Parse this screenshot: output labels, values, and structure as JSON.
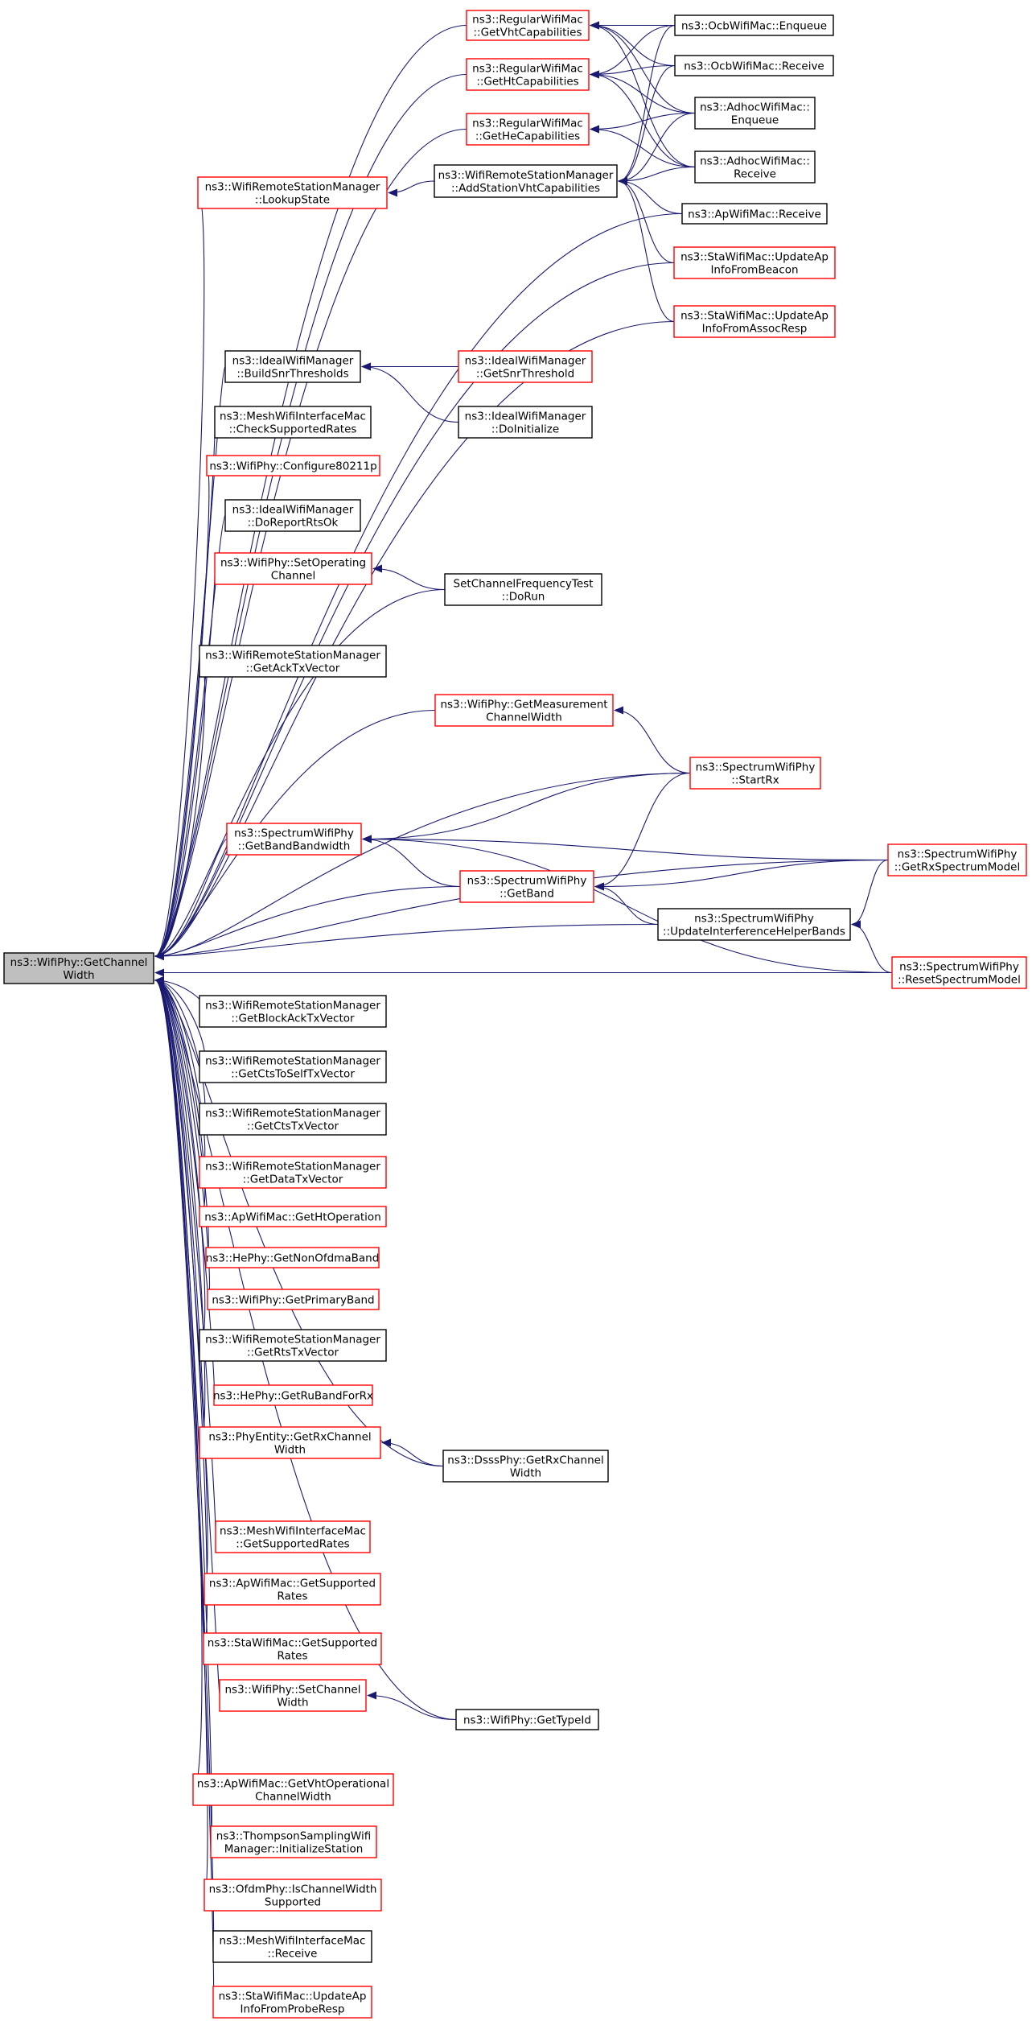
{
  "colors": {
    "edge": "#191970",
    "border_black": "#000000",
    "border_red": "#ff0000",
    "root_fill": "#bfbfbf",
    "node_fill": "#ffffff"
  },
  "nodes": [
    {
      "id": "root",
      "lines": [
        "ns3::WifiPhy::GetChannel",
        "Width"
      ],
      "border": "black",
      "root": true
    },
    {
      "id": "rwm_vht",
      "lines": [
        "ns3::RegularWifiMac",
        "::GetVhtCapabilities"
      ],
      "border": "red"
    },
    {
      "id": "rwm_ht",
      "lines": [
        "ns3::RegularWifiMac",
        "::GetHtCapabilities"
      ],
      "border": "red"
    },
    {
      "id": "rwm_he",
      "lines": [
        "ns3::RegularWifiMac",
        "::GetHeCapabilities"
      ],
      "border": "red"
    },
    {
      "id": "wrsm_lookup",
      "lines": [
        "ns3::WifiRemoteStationManager",
        "::LookupState"
      ],
      "border": "red"
    },
    {
      "id": "wrsm_addvht",
      "lines": [
        "ns3::WifiRemoteStationManager",
        "::AddStationVhtCapabilities"
      ],
      "border": "black"
    },
    {
      "id": "ocb_enq",
      "lines": [
        "ns3::OcbWifiMac::Enqueue"
      ],
      "border": "black"
    },
    {
      "id": "ocb_recv",
      "lines": [
        "ns3::OcbWifiMac::Receive"
      ],
      "border": "black"
    },
    {
      "id": "adhoc_enq",
      "lines": [
        "ns3::AdhocWifiMac::",
        "Enqueue"
      ],
      "border": "black"
    },
    {
      "id": "adhoc_recv",
      "lines": [
        "ns3::AdhocWifiMac::",
        "Receive"
      ],
      "border": "black"
    },
    {
      "id": "ap_recv",
      "lines": [
        "ns3::ApWifiMac::Receive"
      ],
      "border": "black"
    },
    {
      "id": "sta_beacon",
      "lines": [
        "ns3::StaWifiMac::UpdateAp",
        "InfoFromBeacon"
      ],
      "border": "red"
    },
    {
      "id": "sta_assoc",
      "lines": [
        "ns3::StaWifiMac::UpdateAp",
        "InfoFromAssocResp"
      ],
      "border": "red"
    },
    {
      "id": "iwm_build",
      "lines": [
        "ns3::IdealWifiManager",
        "::BuildSnrThresholds"
      ],
      "border": "black"
    },
    {
      "id": "iwm_getsnr",
      "lines": [
        "ns3::IdealWifiManager",
        "::GetSnrThreshold"
      ],
      "border": "red"
    },
    {
      "id": "iwm_doinit",
      "lines": [
        "ns3::IdealWifiManager",
        "::DoInitialize"
      ],
      "border": "black"
    },
    {
      "id": "mesh_check",
      "lines": [
        "ns3::MeshWifiInterfaceMac",
        "::CheckSupportedRates"
      ],
      "border": "black"
    },
    {
      "id": "wp_conf",
      "lines": [
        "ns3::WifiPhy::Configure80211p"
      ],
      "border": "red"
    },
    {
      "id": "iwm_dorep",
      "lines": [
        "ns3::IdealWifiManager",
        "::DoReportRtsOk"
      ],
      "border": "black"
    },
    {
      "id": "wp_setop",
      "lines": [
        "ns3::WifiPhy::SetOperating",
        "Channel"
      ],
      "border": "red"
    },
    {
      "id": "scft_dorun",
      "lines": [
        "SetChannelFrequencyTest",
        "::DoRun"
      ],
      "border": "black"
    },
    {
      "id": "wrsm_ack",
      "lines": [
        "ns3::WifiRemoteStationManager",
        "::GetAckTxVector"
      ],
      "border": "black"
    },
    {
      "id": "wp_getmeas",
      "lines": [
        "ns3::WifiPhy::GetMeasurement",
        "ChannelWidth"
      ],
      "border": "red"
    },
    {
      "id": "swp_startrx",
      "lines": [
        "ns3::SpectrumWifiPhy",
        "::StartRx"
      ],
      "border": "red"
    },
    {
      "id": "swp_getbw",
      "lines": [
        "ns3::SpectrumWifiPhy",
        "::GetBandBandwidth"
      ],
      "border": "red"
    },
    {
      "id": "swp_getband",
      "lines": [
        "ns3::SpectrumWifiPhy",
        "::GetBand"
      ],
      "border": "red"
    },
    {
      "id": "swp_getrxsm",
      "lines": [
        "ns3::SpectrumWifiPhy",
        "::GetRxSpectrumModel"
      ],
      "border": "red"
    },
    {
      "id": "swp_updif",
      "lines": [
        "ns3::SpectrumWifiPhy",
        "::UpdateInterferenceHelperBands"
      ],
      "border": "black"
    },
    {
      "id": "swp_resetsm",
      "lines": [
        "ns3::SpectrumWifiPhy",
        "::ResetSpectrumModel"
      ],
      "border": "red"
    },
    {
      "id": "wrsm_blockack",
      "lines": [
        "ns3::WifiRemoteStationManager",
        "::GetBlockAckTxVector"
      ],
      "border": "black"
    },
    {
      "id": "wrsm_ctsself",
      "lines": [
        "ns3::WifiRemoteStationManager",
        "::GetCtsToSelfTxVector"
      ],
      "border": "black"
    },
    {
      "id": "wrsm_cts",
      "lines": [
        "ns3::WifiRemoteStationManager",
        "::GetCtsTxVector"
      ],
      "border": "black"
    },
    {
      "id": "wrsm_data",
      "lines": [
        "ns3::WifiRemoteStationManager",
        "::GetDataTxVector"
      ],
      "border": "red"
    },
    {
      "id": "ap_htop",
      "lines": [
        "ns3::ApWifiMac::GetHtOperation"
      ],
      "border": "red"
    },
    {
      "id": "he_nonofdma",
      "lines": [
        "ns3::HePhy::GetNonOfdmaBand"
      ],
      "border": "red"
    },
    {
      "id": "wp_primband",
      "lines": [
        "ns3::WifiPhy::GetPrimaryBand"
      ],
      "border": "red"
    },
    {
      "id": "wrsm_rts",
      "lines": [
        "ns3::WifiRemoteStationManager",
        "::GetRtsTxVector"
      ],
      "border": "black"
    },
    {
      "id": "he_ruband",
      "lines": [
        "ns3::HePhy::GetRuBandForRx"
      ],
      "border": "red"
    },
    {
      "id": "pe_getrxcw",
      "lines": [
        "ns3::PhyEntity::GetRxChannel",
        "Width"
      ],
      "border": "red"
    },
    {
      "id": "dsss_getrxcw",
      "lines": [
        "ns3::DsssPhy::GetRxChannel",
        "Width"
      ],
      "border": "black"
    },
    {
      "id": "mesh_getsupp",
      "lines": [
        "ns3::MeshWifiInterfaceMac",
        "::GetSupportedRates"
      ],
      "border": "red"
    },
    {
      "id": "ap_getsupp",
      "lines": [
        "ns3::ApWifiMac::GetSupported",
        "Rates"
      ],
      "border": "red"
    },
    {
      "id": "sta_getsupp",
      "lines": [
        "ns3::StaWifiMac::GetSupported",
        "Rates"
      ],
      "border": "red"
    },
    {
      "id": "wp_setcw",
      "lines": [
        "ns3::WifiPhy::SetChannel",
        "Width"
      ],
      "border": "red"
    },
    {
      "id": "wp_gettypeid",
      "lines": [
        "ns3::WifiPhy::GetTypeId"
      ],
      "border": "black"
    },
    {
      "id": "ap_vhtop",
      "lines": [
        "ns3::ApWifiMac::GetVhtOperational",
        "ChannelWidth"
      ],
      "border": "red"
    },
    {
      "id": "tswm_init",
      "lines": [
        "ns3::ThompsonSamplingWifi",
        "Manager::InitializeStation"
      ],
      "border": "red"
    },
    {
      "id": "ofdm_iscw",
      "lines": [
        "ns3::OfdmPhy::IsChannelWidth",
        "Supported"
      ],
      "border": "red"
    },
    {
      "id": "mesh_recv",
      "lines": [
        "ns3::MeshWifiInterfaceMac",
        "::Receive"
      ],
      "border": "black"
    },
    {
      "id": "sta_probe",
      "lines": [
        "ns3::StaWifiMac::UpdateAp",
        "InfoFromProbeResp"
      ],
      "border": "red"
    }
  ],
  "edges": [
    [
      "rwm_vht",
      "root"
    ],
    [
      "rwm_ht",
      "root"
    ],
    [
      "rwm_he",
      "root"
    ],
    [
      "wrsm_lookup",
      "root"
    ],
    [
      "ap_recv",
      "root"
    ],
    [
      "sta_beacon",
      "root"
    ],
    [
      "sta_assoc",
      "root"
    ],
    [
      "iwm_build",
      "root"
    ],
    [
      "mesh_check",
      "root"
    ],
    [
      "wp_conf",
      "root"
    ],
    [
      "iwm_dorep",
      "root"
    ],
    [
      "wp_setop",
      "root"
    ],
    [
      "scft_dorun",
      "root"
    ],
    [
      "wrsm_ack",
      "root"
    ],
    [
      "swp_getrxsm",
      "root"
    ],
    [
      "wp_getmeas",
      "root"
    ],
    [
      "swp_startrx",
      "root"
    ],
    [
      "swp_getbw",
      "root"
    ],
    [
      "swp_getband",
      "root"
    ],
    [
      "swp_updif",
      "root"
    ],
    [
      "swp_resetsm",
      "root"
    ],
    [
      "wrsm_blockack",
      "root"
    ],
    [
      "wrsm_ctsself",
      "root"
    ],
    [
      "wrsm_cts",
      "root"
    ],
    [
      "wrsm_data",
      "root"
    ],
    [
      "ap_htop",
      "root"
    ],
    [
      "he_nonofdma",
      "root"
    ],
    [
      "wp_primband",
      "root"
    ],
    [
      "wrsm_rts",
      "root"
    ],
    [
      "he_ruband",
      "root"
    ],
    [
      "pe_getrxcw",
      "root"
    ],
    [
      "dsss_getrxcw",
      "root"
    ],
    [
      "mesh_getsupp",
      "root"
    ],
    [
      "ap_getsupp",
      "root"
    ],
    [
      "sta_getsupp",
      "root"
    ],
    [
      "wp_setcw",
      "root"
    ],
    [
      "wp_gettypeid",
      "root"
    ],
    [
      "ap_vhtop",
      "root"
    ],
    [
      "tswm_init",
      "root"
    ],
    [
      "ofdm_iscw",
      "root"
    ],
    [
      "mesh_recv",
      "root"
    ],
    [
      "sta_probe",
      "root"
    ],
    [
      "ocb_enq",
      "rwm_vht"
    ],
    [
      "ocb_recv",
      "rwm_vht"
    ],
    [
      "adhoc_enq",
      "rwm_vht"
    ],
    [
      "adhoc_recv",
      "rwm_vht"
    ],
    [
      "ocb_enq",
      "rwm_ht"
    ],
    [
      "ocb_recv",
      "rwm_ht"
    ],
    [
      "adhoc_enq",
      "rwm_ht"
    ],
    [
      "adhoc_recv",
      "rwm_ht"
    ],
    [
      "adhoc_enq",
      "rwm_he"
    ],
    [
      "adhoc_recv",
      "rwm_he"
    ],
    [
      "wrsm_addvht",
      "wrsm_lookup"
    ],
    [
      "ocb_enq",
      "wrsm_addvht"
    ],
    [
      "ocb_recv",
      "wrsm_addvht"
    ],
    [
      "adhoc_enq",
      "wrsm_addvht"
    ],
    [
      "adhoc_recv",
      "wrsm_addvht"
    ],
    [
      "ap_recv",
      "wrsm_addvht"
    ],
    [
      "sta_beacon",
      "wrsm_addvht"
    ],
    [
      "sta_assoc",
      "wrsm_addvht"
    ],
    [
      "iwm_getsnr",
      "iwm_build"
    ],
    [
      "iwm_doinit",
      "iwm_build"
    ],
    [
      "scft_dorun",
      "wp_setop"
    ],
    [
      "swp_startrx",
      "wp_getmeas"
    ],
    [
      "swp_startrx",
      "swp_getbw"
    ],
    [
      "swp_getrxsm",
      "swp_getbw"
    ],
    [
      "swp_getband",
      "swp_getbw"
    ],
    [
      "swp_resetsm",
      "swp_getbw"
    ],
    [
      "swp_startrx",
      "swp_getband"
    ],
    [
      "swp_getrxsm",
      "swp_getband"
    ],
    [
      "swp_updif",
      "swp_getband"
    ],
    [
      "swp_getrxsm",
      "swp_updif"
    ],
    [
      "swp_resetsm",
      "swp_updif"
    ],
    [
      "dsss_getrxcw",
      "pe_getrxcw"
    ],
    [
      "wp_gettypeid",
      "wp_setcw"
    ]
  ]
}
